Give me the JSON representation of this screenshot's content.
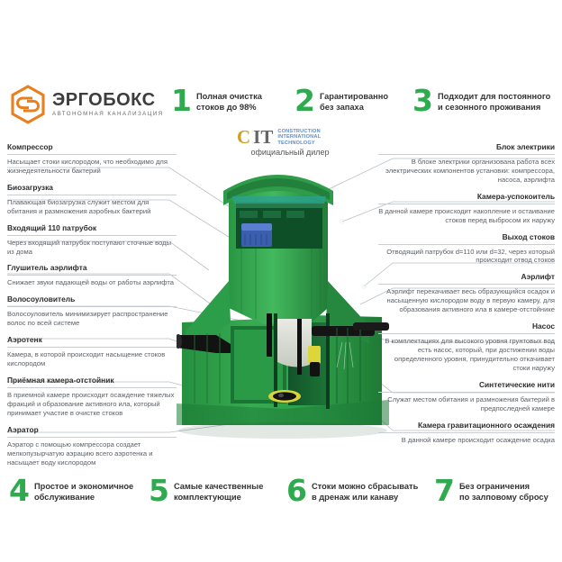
{
  "brand": {
    "name": "ЭРГОБОКС",
    "tagline": "АВТОНОМНАЯ КАНАЛИЗАЦИЯ",
    "logo_icon": "hexagon-e-logo-icon",
    "accent_orange": "#e98020",
    "accent_green": "#2faa4f"
  },
  "watermark": {
    "c": "C",
    "it": "IT",
    "line1": "CONSTRUCTION",
    "line2": "INTERNATIONAL",
    "line3": "TECHNOLOGY",
    "dealer": "официальный дилер"
  },
  "features_top": [
    {
      "num": "1",
      "text": "Полная очистка\nстоков до 98%"
    },
    {
      "num": "2",
      "text": "Гарантированно\nбез запаха"
    },
    {
      "num": "3",
      "text": "Подходит для постоянного\nи сезонного проживания"
    }
  ],
  "features_bottom": [
    {
      "num": "4",
      "text": "Простое и экономичное\nобслуживание"
    },
    {
      "num": "5",
      "text": "Самые качественные\nкомплектующие"
    },
    {
      "num": "6",
      "text": "Стоки можно сбрасывать\nв дренаж или канаву"
    },
    {
      "num": "7",
      "text": "Без ограничения\nпо залповому сбросу"
    }
  ],
  "callouts_left": [
    {
      "title": "Компрессор",
      "body": "Насыщает стоки кислородом, что необходимо для жизнедеятельности бактерий"
    },
    {
      "title": "Биозагрузка",
      "body": "Плавающая биозагрузка служит местом для обитания и размножения аэробных бактерий"
    },
    {
      "title": "Входящий 110 патрубок",
      "body": "Через входящий патрубок поступают сточные воды из дома"
    },
    {
      "title": "Глушитель аэрлифта",
      "body": "Снижает звуки падающей воды от работы аэрлифта"
    },
    {
      "title": "Волосоуловитель",
      "body": "Волосоуловитель минимизирует распространение волос по всей системе"
    },
    {
      "title": "Аэротенк",
      "body": "Камера, в которой происходит насыщение стоков кислородом"
    },
    {
      "title": "Приёмная камера-отстойник",
      "body": "В приемной камере происходит осаждение тяжелых фракций и образование активного ила, который принимает участие в очистке стоков"
    },
    {
      "title": "Аэратор",
      "body": "Аэратор с помощью компрессора создает мелкопузырчатую аэрацию всего аэротенка и насыщает воду кислородом"
    }
  ],
  "callouts_right": [
    {
      "title": "Блок электрики",
      "body": "В блоке электрики организована работа всех электрических компонентов установки: компрессора, насоса, аэрлифта"
    },
    {
      "title": "Камера-успокоитель",
      "body": "В данной камере происходит накопление и остаивание стоков перед выбросом их наружу"
    },
    {
      "title": "Выход стоков",
      "body": "Отводящий патрубок d=110 или d=32, через который происходит отвод стоков"
    },
    {
      "title": "Аэрлифт",
      "body": "Аэрлифт перекачивает весь образующийся осадок и насыщенную кислородом воду в первую камеру, для образования активного ила в камере-отстойнике"
    },
    {
      "title": "Насос",
      "body": "В комплектациях для высокого уровня грунтовых вод есть насос, который, при достижении воды определенного уровня, принудительно откачивает стоки наружу"
    },
    {
      "title": "Синтетические нити",
      "body": "Служат местом обитания и размножения бактерий в предпоследней камере"
    },
    {
      "title": "Камера гравитационного осаждения",
      "body": "В данной камере происходит осаждение осадка"
    }
  ],
  "illustration": {
    "alt": "septic-tank-cutaway-illustration",
    "body_color": "#2f9f4a",
    "shadow_color": "#1d6e33",
    "highlight_color": "#54c46e"
  }
}
